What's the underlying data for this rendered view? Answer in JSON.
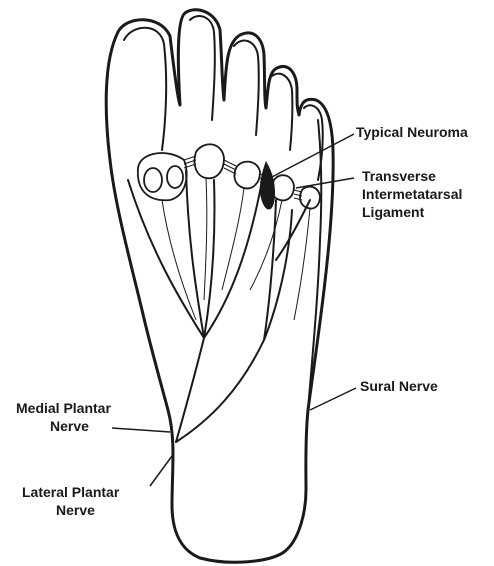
{
  "labels": {
    "neuroma": "Typical Neuroma",
    "ligament_1": "Transverse",
    "ligament_2": "Intermetatarsal",
    "ligament_3": "Ligament",
    "sural": "Sural Nerve",
    "medial_1": "Medial Plantar",
    "medial_2": "Nerve",
    "lateral_1": "Lateral Plantar",
    "lateral_2": "Nerve"
  },
  "colors": {
    "ink": "#1a1a1a",
    "background": "#ffffff"
  }
}
